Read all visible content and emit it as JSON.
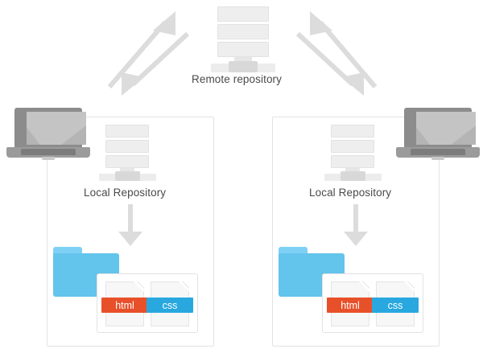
{
  "diagram": {
    "title": "git-distributed-workflow-diagram",
    "remote": {
      "label": "Remote repository",
      "icon": "server-rack-icon"
    },
    "clients": [
      {
        "id": "left",
        "device_icon": "laptop-icon",
        "local_repository_label": "Local Repository",
        "local_repository_icon": "server-rack-icon",
        "flow_arrow_icon": "arrow-down-icon",
        "folder_icon": "folder-icon",
        "files": [
          {
            "label": "html",
            "color": "#e8502a",
            "icon": "file-icon"
          },
          {
            "label": "css",
            "color": "#29a8e0",
            "icon": "file-icon"
          }
        ]
      },
      {
        "id": "right",
        "device_icon": "laptop-icon",
        "local_repository_label": "Local Repository",
        "local_repository_icon": "server-rack-icon",
        "flow_arrow_icon": "arrow-down-icon",
        "folder_icon": "folder-icon",
        "files": [
          {
            "label": "html",
            "color": "#e8502a",
            "icon": "file-icon"
          },
          {
            "label": "css",
            "color": "#29a8e0",
            "icon": "file-icon"
          }
        ]
      }
    ],
    "connectors": [
      {
        "name": "left-push-arrow",
        "direction": "up-right",
        "icon": "arrow-diagonal-icon"
      },
      {
        "name": "left-pull-arrow",
        "direction": "down-left",
        "icon": "arrow-diagonal-icon"
      },
      {
        "name": "right-push-arrow",
        "direction": "up-left",
        "icon": "arrow-diagonal-icon"
      },
      {
        "name": "right-pull-arrow",
        "direction": "down-right",
        "icon": "arrow-diagonal-icon"
      }
    ],
    "colors": {
      "arrow": "#dcdcdc",
      "panel_border": "#e3e3e3",
      "folder_body": "#63c4ec",
      "folder_tab": "#7fd0f5",
      "server": "#eeeeee",
      "laptop": "#8c8c8c",
      "text": "#4a4a4a"
    }
  }
}
